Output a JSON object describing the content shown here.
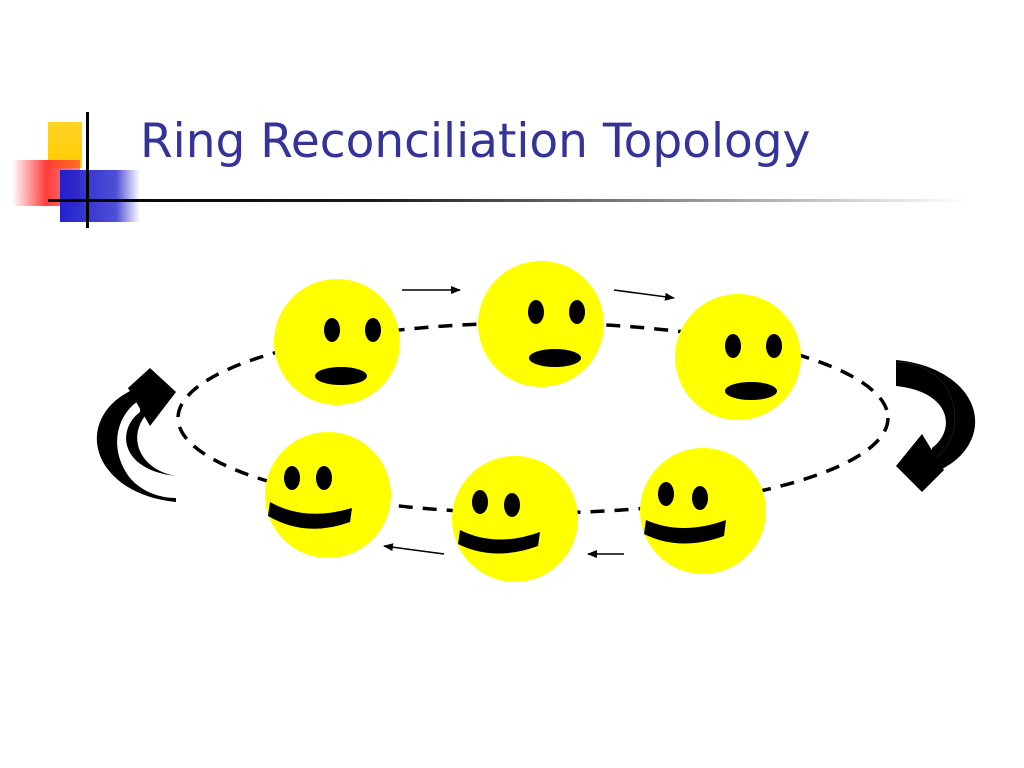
{
  "slide": {
    "title": "Ring Reconciliation Topology"
  },
  "colors": {
    "title": "#333399",
    "face_fill": "#ffff00",
    "face_features": "#000000",
    "ring": "#000000",
    "logo_yellow": "#ffcc00",
    "logo_red": "#ff3333",
    "logo_blue": "#2222cc",
    "rule": "#000000"
  },
  "diagram": {
    "type": "ring-topology",
    "nodes": [
      {
        "mood": "worried",
        "position": "top-left"
      },
      {
        "mood": "worried",
        "position": "top-center"
      },
      {
        "mood": "worried",
        "position": "top-right"
      },
      {
        "mood": "happy",
        "position": "bottom-left"
      },
      {
        "mood": "happy",
        "position": "bottom-center"
      },
      {
        "mood": "happy",
        "position": "bottom-right"
      }
    ],
    "flow": "clockwise",
    "icons": [
      "worried-face-icon",
      "happy-face-icon",
      "curved-arrow-icon",
      "arrow-right-icon",
      "arrow-left-icon"
    ]
  }
}
